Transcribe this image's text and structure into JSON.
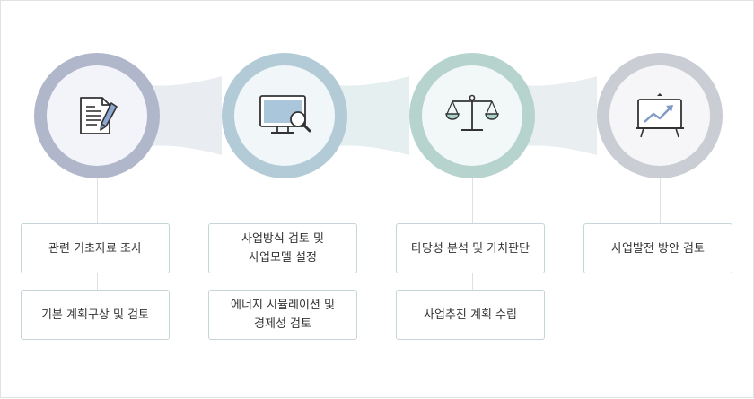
{
  "stages": [
    {
      "name": "research",
      "icon": "document-pen-icon",
      "ring_color": "#b1b7cb",
      "inner_color": "#f2f4fa",
      "boxes": [
        "관련 기초자료 조사",
        "기본 계획구상 및 검토"
      ]
    },
    {
      "name": "business-model",
      "icon": "monitor-search-icon",
      "ring_color": "#b3cbd6",
      "inner_color": "#f1f6f9",
      "boxes": [
        "사업방식 검토 및\n사업모델 설정",
        "에너지 시뮬레이션 및\n경제성 검토"
      ]
    },
    {
      "name": "feasibility",
      "icon": "balance-scale-icon",
      "ring_color": "#b6d3cd",
      "inner_color": "#f1f8f7",
      "boxes": [
        "타당성 분석 및 가치판단",
        "사업추진 계획 수립"
      ]
    },
    {
      "name": "development",
      "icon": "chart-easel-icon",
      "ring_color": "#cbcdd5",
      "inner_color": "#f6f6f8",
      "boxes": [
        "사업발전 방안 검토"
      ]
    }
  ]
}
